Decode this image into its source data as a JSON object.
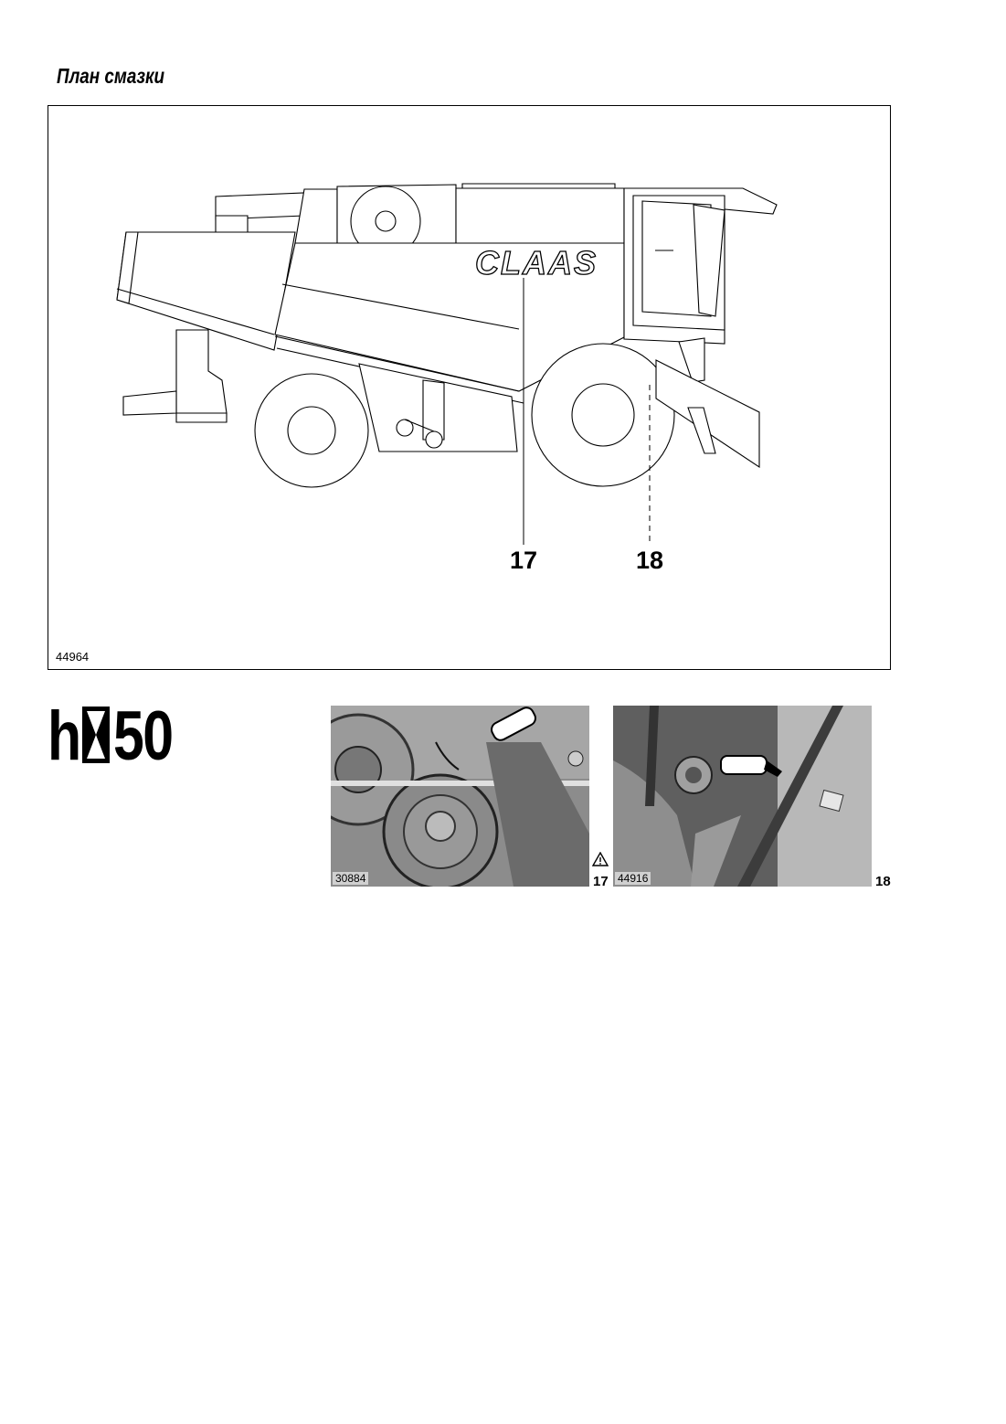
{
  "page": {
    "title": "План смазки"
  },
  "main_figure": {
    "brand": "CLAAS",
    "callouts": [
      "17",
      "18"
    ],
    "ref_code": "44964"
  },
  "interval": {
    "prefix": "h",
    "icon": "hourglass-icon",
    "hours": "50"
  },
  "photos": [
    {
      "code": "30884",
      "number": "17",
      "warning_icon": "warning-triangle-icon"
    },
    {
      "code": "44916",
      "number": "18"
    }
  ]
}
